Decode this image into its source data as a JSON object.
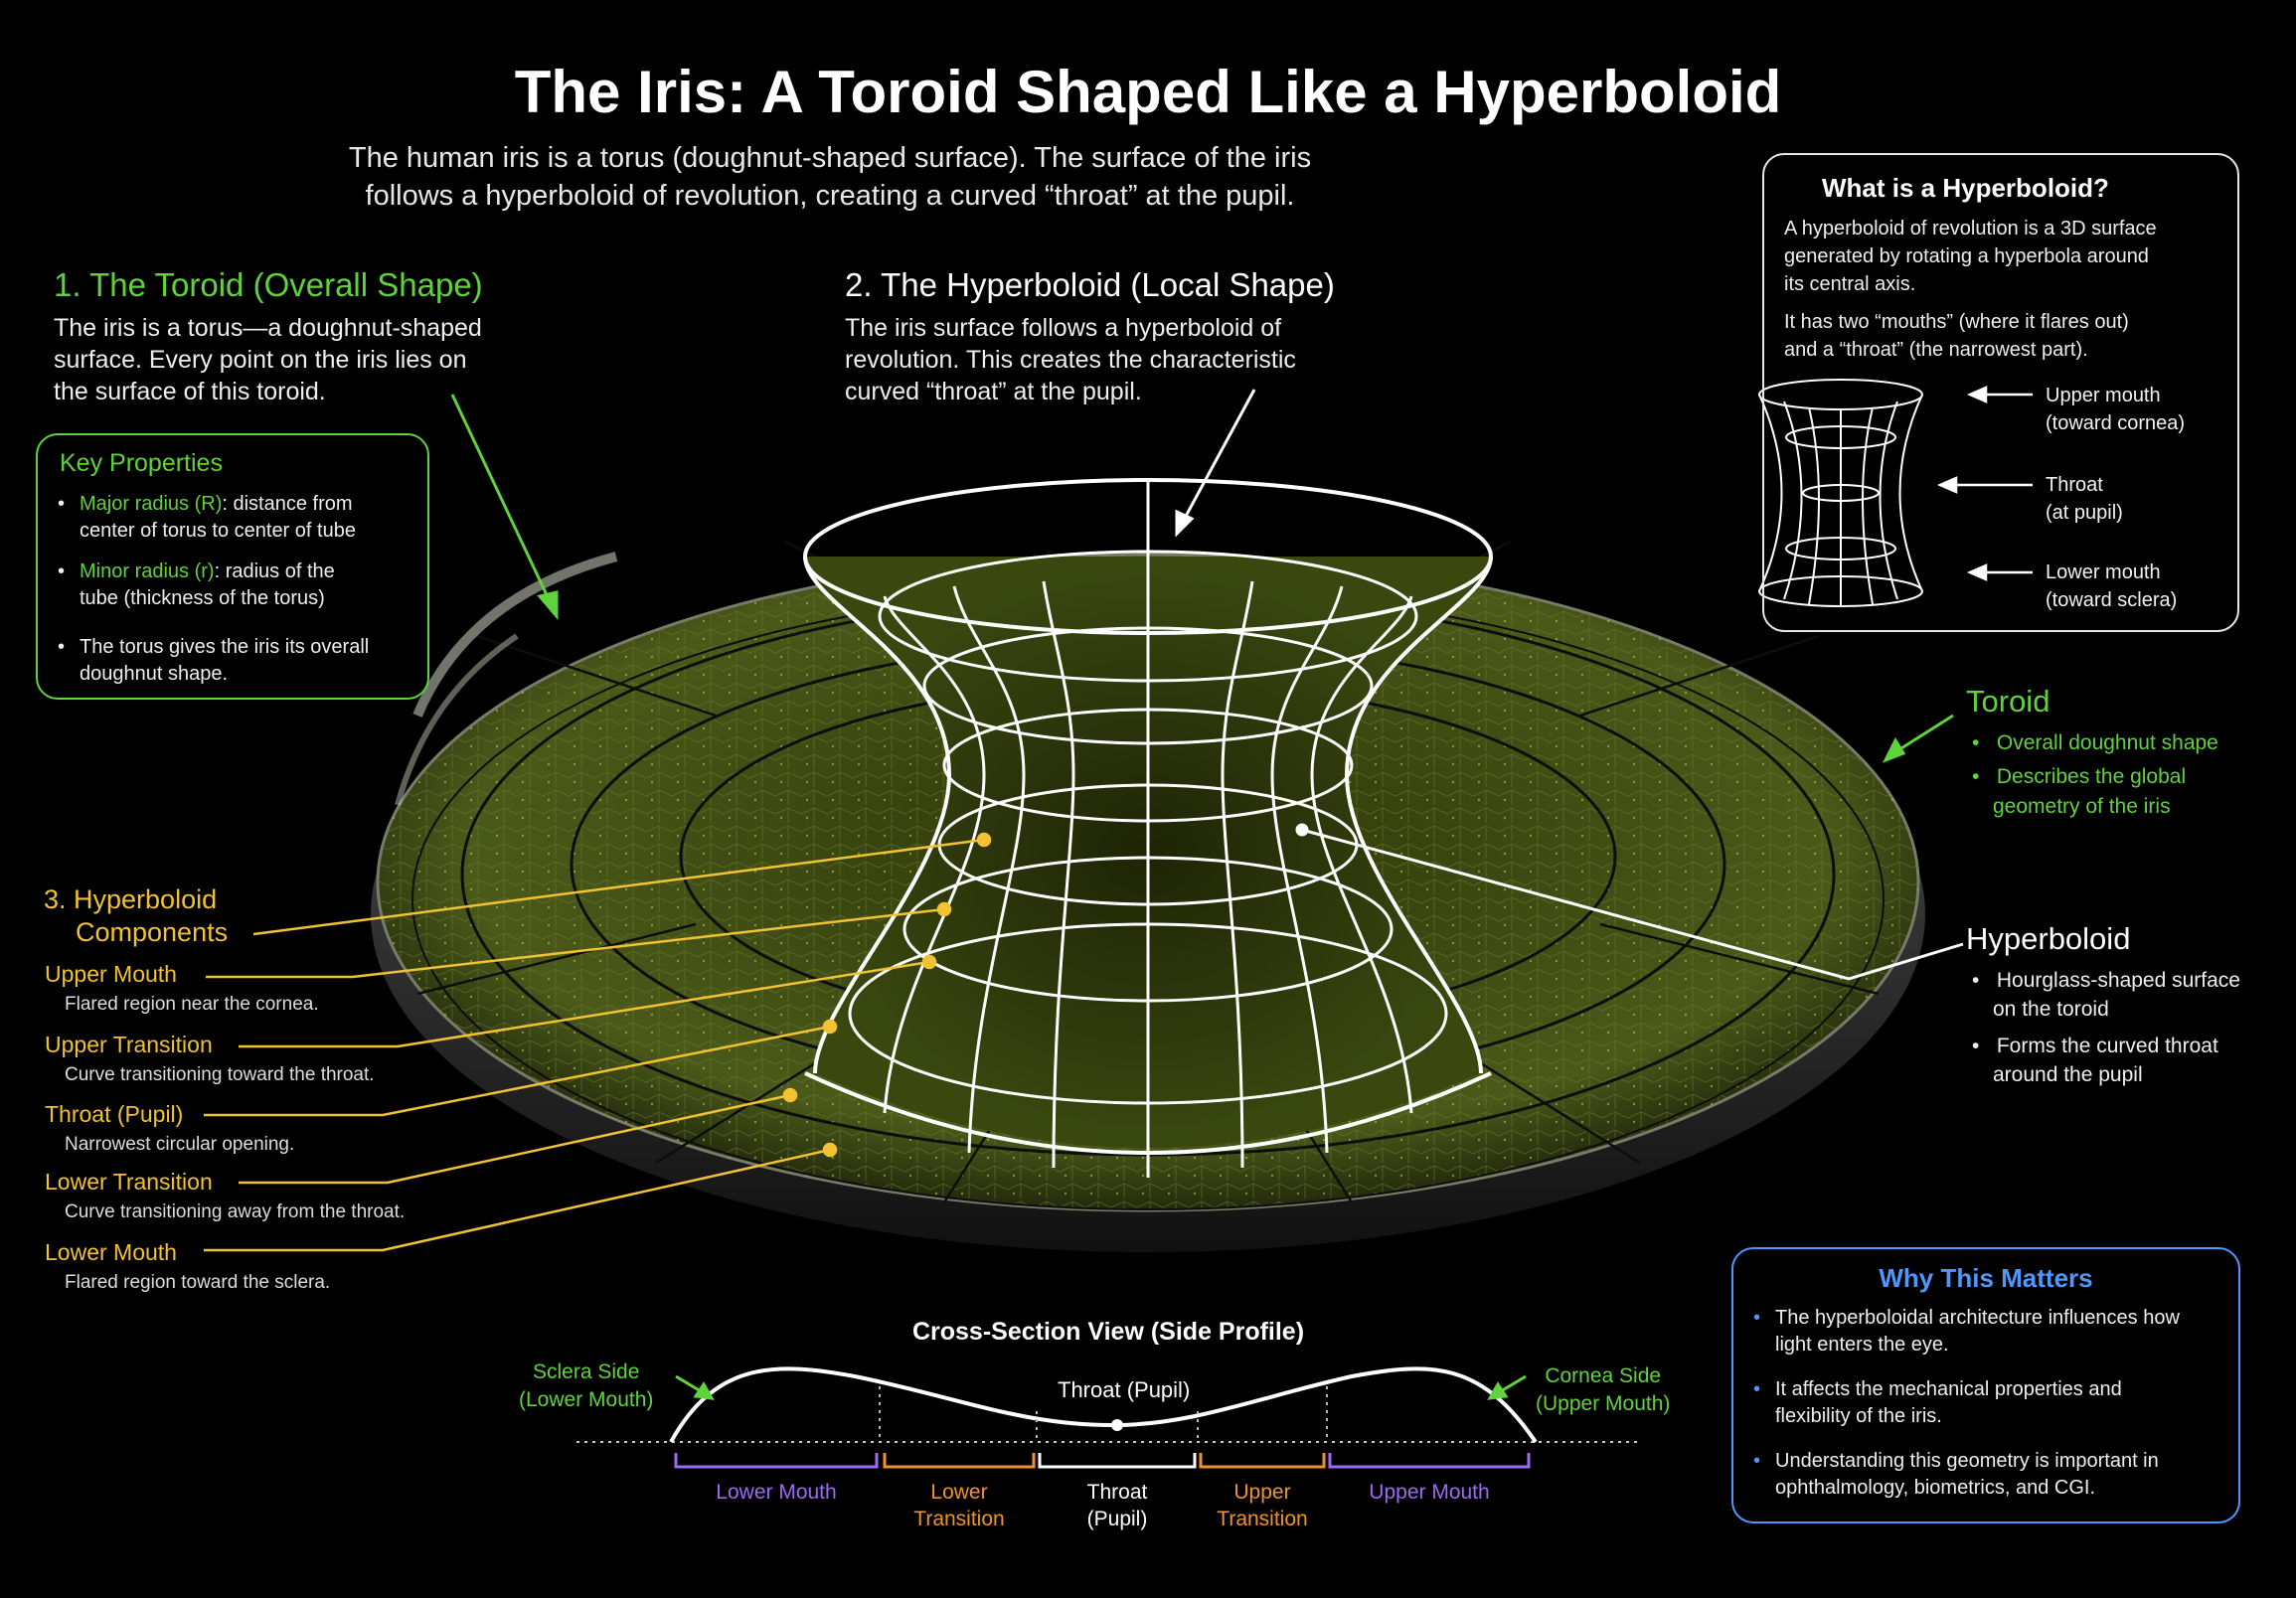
{
  "title": "The Iris: A Toroid Shaped Like a Hyperboloid",
  "subtitle": {
    "line1": "The human iris is a torus (doughnut-shaped surface). The surface of the iris",
    "line2": "follows a hyperboloid of revolution, creating a curved “throat” at the pupil."
  },
  "section1": {
    "heading": "1. The Toroid (Overall Shape)",
    "lines": [
      "The iris is a torus—a doughnut-shaped",
      "surface. Every point on the iris lies on",
      "the surface of this toroid."
    ]
  },
  "key_properties": {
    "heading": "Key Properties",
    "major_label": "Major radius (R)",
    "major_text1": ": distance from",
    "major_text2": "center of torus to center of tube",
    "minor_label": "Minor radius (r)",
    "minor_text1": ": radius of the",
    "minor_text2": "tube (thickness of the torus)",
    "torus_text1": "The torus gives the iris its overall",
    "torus_text2": "doughnut shape."
  },
  "section2": {
    "heading": "2. The Hyperboloid (Local Shape)",
    "lines": [
      "The iris surface follows a hyperboloid of",
      "revolution. This creates the characteristic",
      "curved “throat” at the pupil."
    ]
  },
  "what_is": {
    "heading": "What is a Hyperboloid?",
    "p1": [
      "A hyperboloid of revolution is a 3D surface",
      "generated by rotating a hyperbola around",
      "its central axis."
    ],
    "p2": [
      "It has two “mouths” (where it flares out)",
      "and a “throat” (the narrowest part)."
    ],
    "upper": [
      "Upper mouth",
      "(toward cornea)"
    ],
    "throat": [
      "Throat",
      "(at pupil)"
    ],
    "lower": [
      "Lower mouth",
      "(toward sclera)"
    ]
  },
  "toroid_callout": {
    "heading": "Toroid",
    "items": [
      "Overall doughnut shape",
      "Describes the global",
      "geometry of the iris"
    ]
  },
  "hyperboloid_callout": {
    "heading": "Hyperboloid",
    "items": [
      "Hourglass-shaped surface",
      "on the toroid",
      "Forms the curved throat",
      "around the pupil"
    ]
  },
  "section3": {
    "heading1": "3. Hyperboloid",
    "heading2": "Components",
    "items": [
      {
        "name": "Upper Mouth",
        "desc": "Flared region near the cornea."
      },
      {
        "name": "Upper Transition",
        "desc": "Curve transitioning toward the throat."
      },
      {
        "name": "Throat (Pupil)",
        "desc": "Narrowest circular opening."
      },
      {
        "name": "Lower Transition",
        "desc": "Curve transitioning away from the throat."
      },
      {
        "name": "Lower Mouth",
        "desc": "Flared region toward the sclera."
      }
    ]
  },
  "cross_section": {
    "title": "Cross-Section View (Side Profile)",
    "throat_label": "Throat (Pupil)",
    "sclera": [
      "Sclera Side",
      "(Lower Mouth)"
    ],
    "cornea": [
      "Cornea Side",
      "(Upper Mouth)"
    ],
    "segments": [
      {
        "l1": "Lower Mouth",
        "l2": ""
      },
      {
        "l1": "Lower",
        "l2": "Transition"
      },
      {
        "l1": "Throat",
        "l2": "(Pupil)"
      },
      {
        "l1": "Upper",
        "l2": "Transition"
      },
      {
        "l1": "Upper Mouth",
        "l2": ""
      }
    ]
  },
  "why": {
    "heading": "Why This Matters",
    "items": [
      [
        "The hyperboloidal architecture influences how",
        "light enters the eye."
      ],
      [
        "It affects the mechanical properties and",
        "flexibility of the iris."
      ],
      [
        "Understanding this geometry is important in",
        "ophthalmology, biometrics, and CGI."
      ]
    ]
  },
  "colors": {
    "green": "#5fd23c",
    "yellow": "#f2c230",
    "purple": "#9b6bf5",
    "orange": "#f0922c",
    "blue": "#4f97ff"
  }
}
